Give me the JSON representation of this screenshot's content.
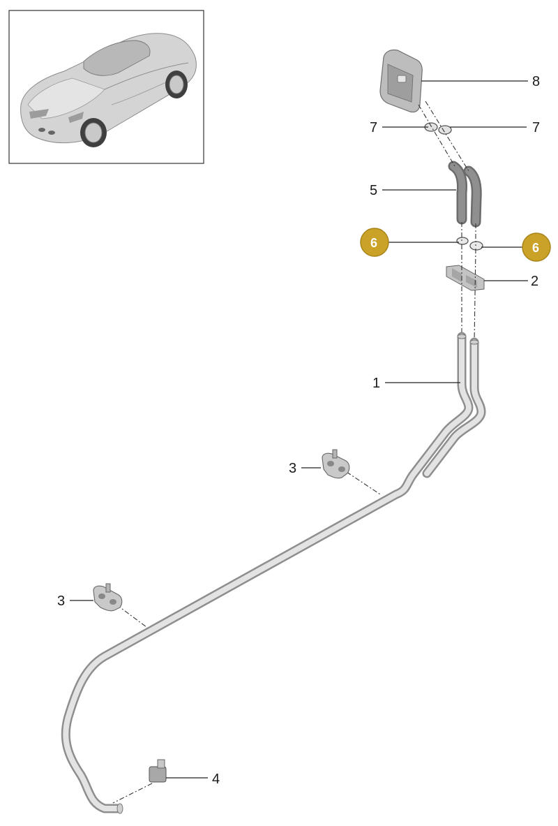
{
  "diagram": {
    "colors": {
      "badge_fill": "#c9a227",
      "badge_stroke": "#a8841a",
      "pipe_light": "#e6e6e6",
      "pipe_dark": "#9a9a9a",
      "part_gray": "#bdbdbd"
    },
    "thumbnail": {
      "icon": "sports-car-icon"
    },
    "callouts": [
      {
        "id": "c8",
        "label": "8",
        "highlighted": false
      },
      {
        "id": "c7a",
        "label": "7",
        "highlighted": false
      },
      {
        "id": "c7b",
        "label": "7",
        "highlighted": false
      },
      {
        "id": "c5",
        "label": "5",
        "highlighted": false
      },
      {
        "id": "c6a",
        "label": "6",
        "highlighted": true
      },
      {
        "id": "c6b",
        "label": "6",
        "highlighted": true
      },
      {
        "id": "c2",
        "label": "2",
        "highlighted": false
      },
      {
        "id": "c1",
        "label": "1",
        "highlighted": false
      },
      {
        "id": "c3a",
        "label": "3",
        "highlighted": false
      },
      {
        "id": "c3b",
        "label": "3",
        "highlighted": false
      },
      {
        "id": "c4",
        "label": "4",
        "highlighted": false
      }
    ]
  }
}
